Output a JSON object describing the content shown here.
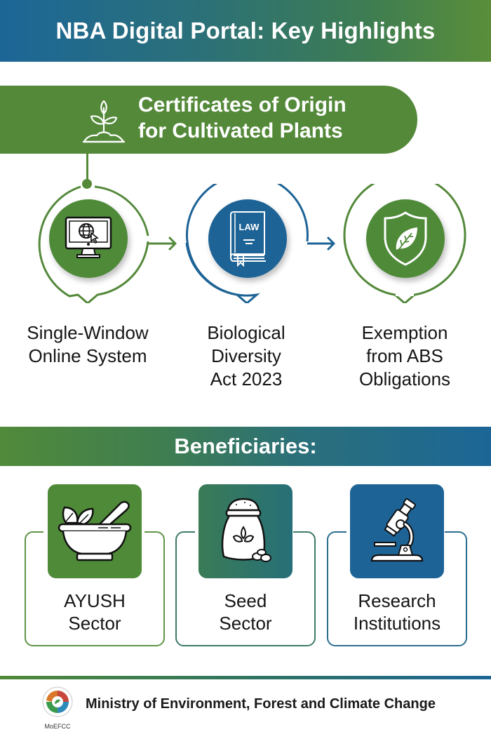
{
  "header": {
    "title": "NBA Digital Portal: Key Highlights"
  },
  "certificate_banner": {
    "line1": "Certificates of Origin",
    "line2": "for Cultivated Plants",
    "icon": "sprout-icon"
  },
  "features": [
    {
      "label_lines": [
        "Single-Window",
        "Online System"
      ],
      "icon": "computer-globe-icon",
      "color": "#4e8a38"
    },
    {
      "label_lines": [
        "Biological",
        "Diversity",
        "Act 2023"
      ],
      "icon": "law-book-icon",
      "icon_text": "LAW",
      "color": "#1d6396"
    },
    {
      "label_lines": [
        "Exemption",
        "from ABS",
        "Obligations"
      ],
      "icon": "shield-leaf-icon",
      "color": "#4e8a38"
    }
  ],
  "beneficiaries": {
    "title": "Beneficiaries:",
    "items": [
      {
        "label_lines": [
          "AYUSH",
          "Sector"
        ],
        "icon": "mortar-pestle-icon",
        "color": "#4e8a38",
        "border": "#5f9447"
      },
      {
        "label_lines": [
          "Seed",
          "Sector"
        ],
        "icon": "seed-sack-icon",
        "color": "#2c7466",
        "border": "#3d7a6a"
      },
      {
        "label_lines": [
          "Research",
          "Institutions"
        ],
        "icon": "microscope-icon",
        "color": "#1d6396",
        "border": "#2c6d8f"
      }
    ]
  },
  "footer": {
    "ministry": "Ministry of Environment, Forest and Climate Change",
    "logo_caption": "MoEFCC"
  },
  "colors": {
    "green": "#54893a",
    "blue": "#1d6396",
    "teal": "#2c7466"
  }
}
